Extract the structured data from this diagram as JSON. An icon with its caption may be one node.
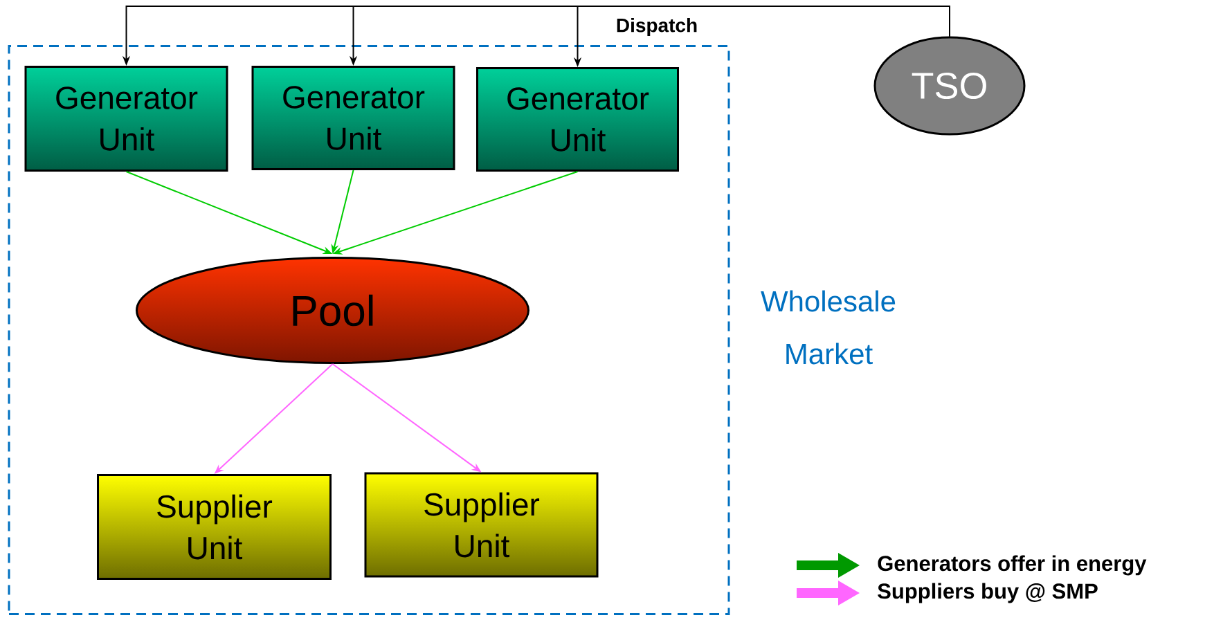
{
  "diagram": {
    "nodes": [
      {
        "text": [
          "Wholesale Market"
        ]
      },
      {
        "text": [
          "Generator Unit"
        ],
        "in": 0
      },
      {
        "text": [
          "Generator Unit"
        ],
        "in": 0
      },
      {
        "text": [
          "Generator Unit"
        ],
        "in": 0
      },
      {
        "text": [
          "Pool"
        ],
        "in": 0
      },
      {
        "text": [
          "Supplier Unit"
        ],
        "in": 0
      },
      {
        "text": [
          "Supplier Unit"
        ],
        "in": 0
      },
      {
        "text": [
          "TSO"
        ]
      }
    ],
    "edges": [
      {
        "from": 7,
        "to": 1,
        "arrow": "to",
        "color": "#000000"
      },
      {
        "from": 7,
        "to": 2,
        "arrow": "to",
        "color": "#000000"
      },
      {
        "from": 7,
        "to": 3,
        "arrow": "to",
        "color": "#000000"
      },
      {
        "from": 1,
        "to": 4,
        "arrow": "to",
        "color": "#00cc00"
      },
      {
        "from": 2,
        "to": 4,
        "arrow": "to",
        "color": "#00cc00"
      },
      {
        "from": 3,
        "to": 4,
        "arrow": "to",
        "color": "#00cc00"
      },
      {
        "from": 4,
        "to": 5,
        "arrow": "to",
        "color": "#ff66ff"
      },
      {
        "from": 4,
        "to": 6,
        "arrow": "to",
        "color": "#ff66ff"
      }
    ],
    "labels": [
      "Dispatch"
    ],
    "legend": [
      {
        "text": "Generators offer in energy",
        "color": "#009900"
      },
      {
        "text": "Suppliers buy @ SMP",
        "color": "#ff66ff"
      }
    ]
  }
}
